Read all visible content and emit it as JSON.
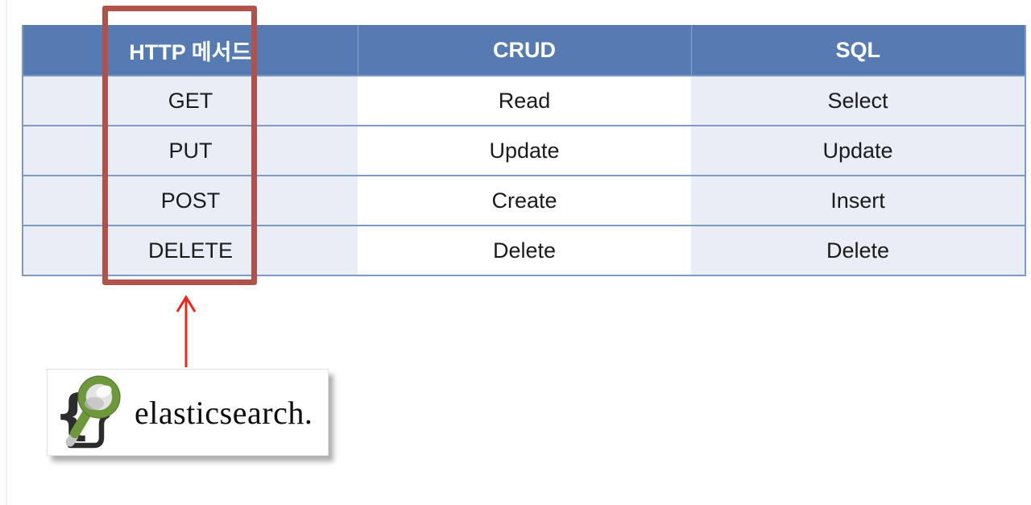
{
  "table": {
    "columns": [
      {
        "label": "HTTP 메서드"
      },
      {
        "label": "CRUD"
      },
      {
        "label": "SQL"
      }
    ],
    "rows": [
      {
        "method": "GET",
        "crud": "Read",
        "sql": "Select"
      },
      {
        "method": "PUT",
        "crud": "Update",
        "sql": "Update"
      },
      {
        "method": "POST",
        "crud": "Create",
        "sql": "Insert"
      },
      {
        "method": "DELETE",
        "crud": "Delete",
        "sql": "Delete"
      }
    ]
  },
  "annotation": {
    "highlighted_column": "HTTP 메서드",
    "highlight_color": "#b0524a",
    "arrow_color": "#ee2517"
  },
  "logo": {
    "wordmark": "elasticsearch.",
    "glass_green": "#6d993c"
  },
  "colors": {
    "header_bg": "#567bb3",
    "band_bg": "#e9edf5",
    "grid_line": "#7d99c7",
    "cell_text": "#1b1b1b"
  }
}
